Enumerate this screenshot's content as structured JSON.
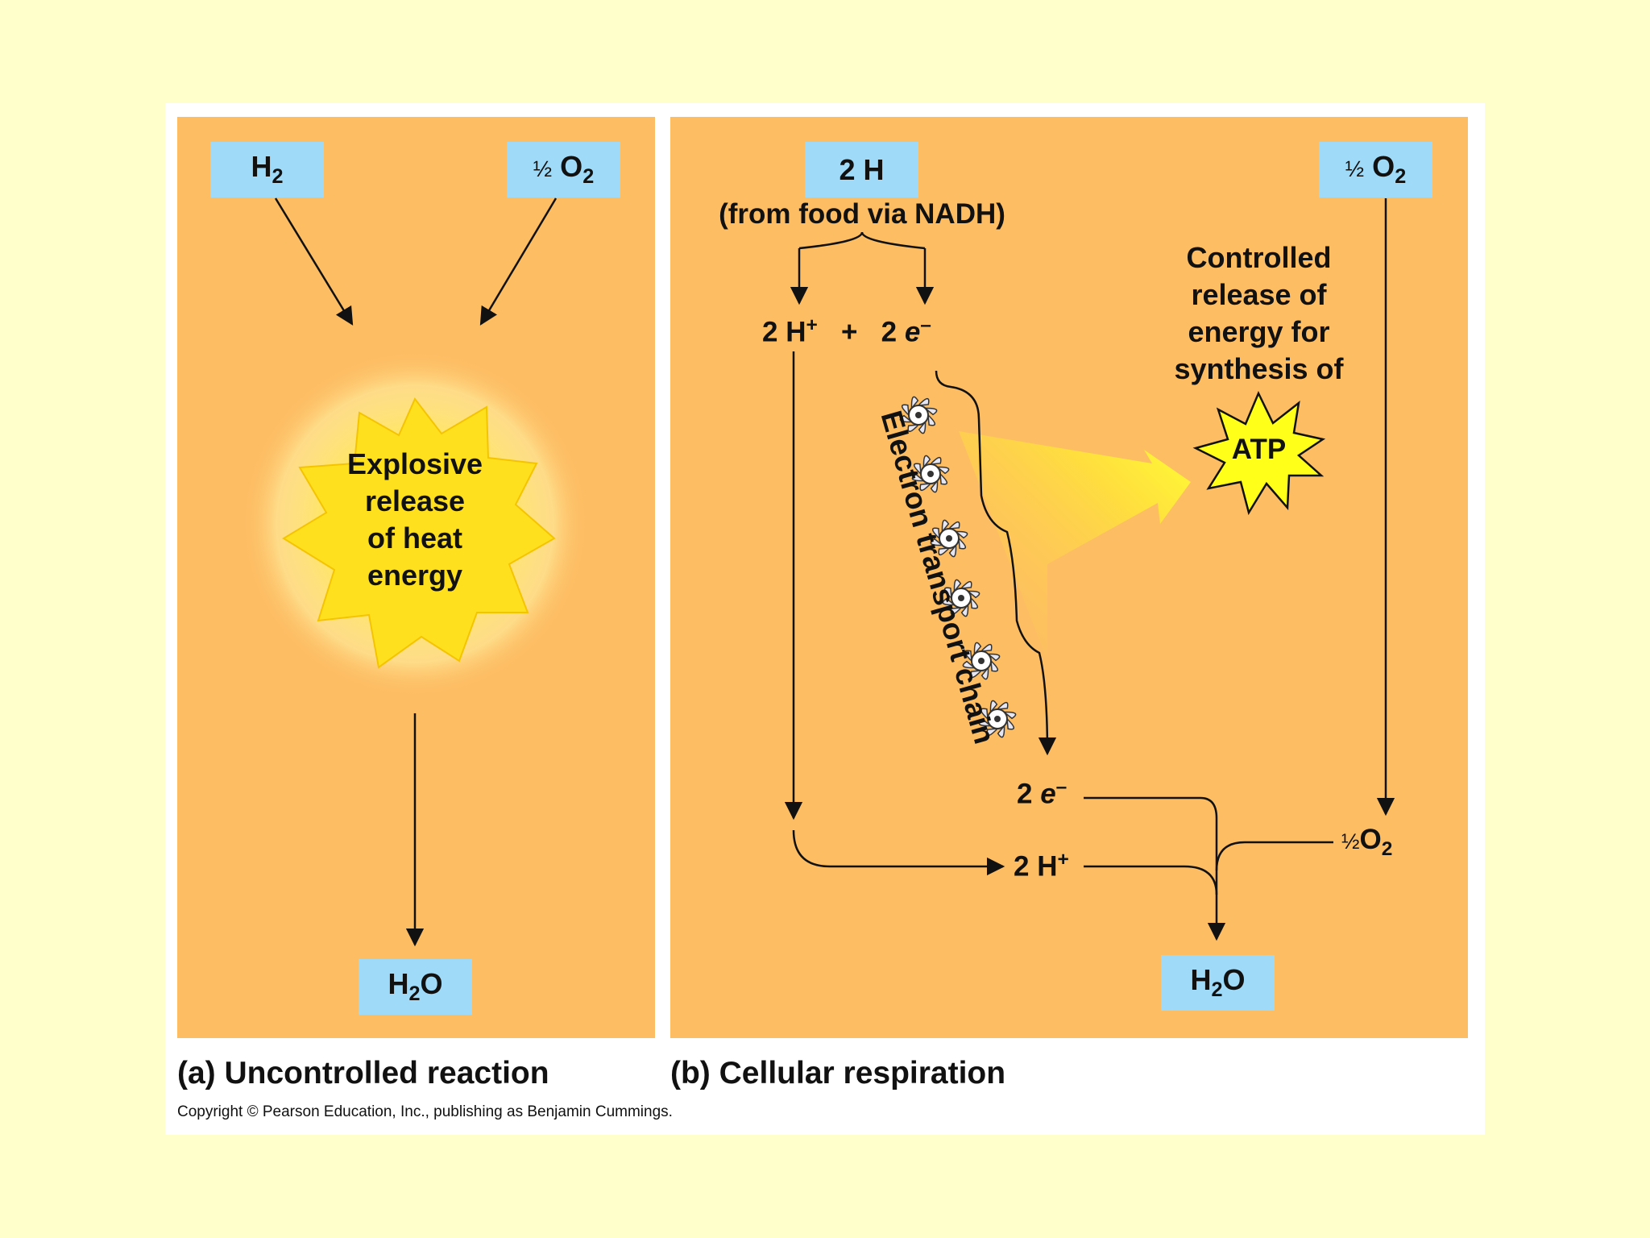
{
  "panel_a": {
    "box_h2": {
      "main": "H",
      "sub": "2"
    },
    "box_o2": {
      "frac": "½",
      "main": "O",
      "sub": "2"
    },
    "burst_lines": [
      "Explosive",
      "release",
      "of heat",
      "energy"
    ],
    "box_water": {
      "a": "H",
      "sub": "2",
      "b": "O"
    },
    "caption": "(a) Uncontrolled reaction"
  },
  "panel_b": {
    "box_2h": "2 H",
    "source_note": "(from food via NADH)",
    "split": {
      "h_plus": "2 H",
      "h_sup": "+",
      "plus": "+",
      "e_count": "2",
      "e": "e",
      "e_sup": "–"
    },
    "box_o2": {
      "frac": "½",
      "main": "O",
      "sub": "2"
    },
    "controlled_lines": [
      "Controlled",
      "release of",
      "energy for",
      "synthesis of"
    ],
    "atp": "ATP",
    "chain_label": "Electron transport chain",
    "electrons_out": {
      "count": "2",
      "e": "e",
      "sup": "–"
    },
    "protons_out": {
      "text": "2 H",
      "sup": "+"
    },
    "half_o2": {
      "frac": "½",
      "main": "O",
      "sub": "2"
    },
    "box_water": {
      "a": "H",
      "sub": "2",
      "b": "O"
    },
    "caption": "(b) Cellular respiration"
  },
  "copyright": "Copyright © Pearson Education, Inc., publishing as Benjamin Cummings.",
  "colors": {
    "background": "#ffffcc",
    "panel": "#fdbd63",
    "box": "#9fdbf8",
    "burst": "#ffe21a"
  }
}
